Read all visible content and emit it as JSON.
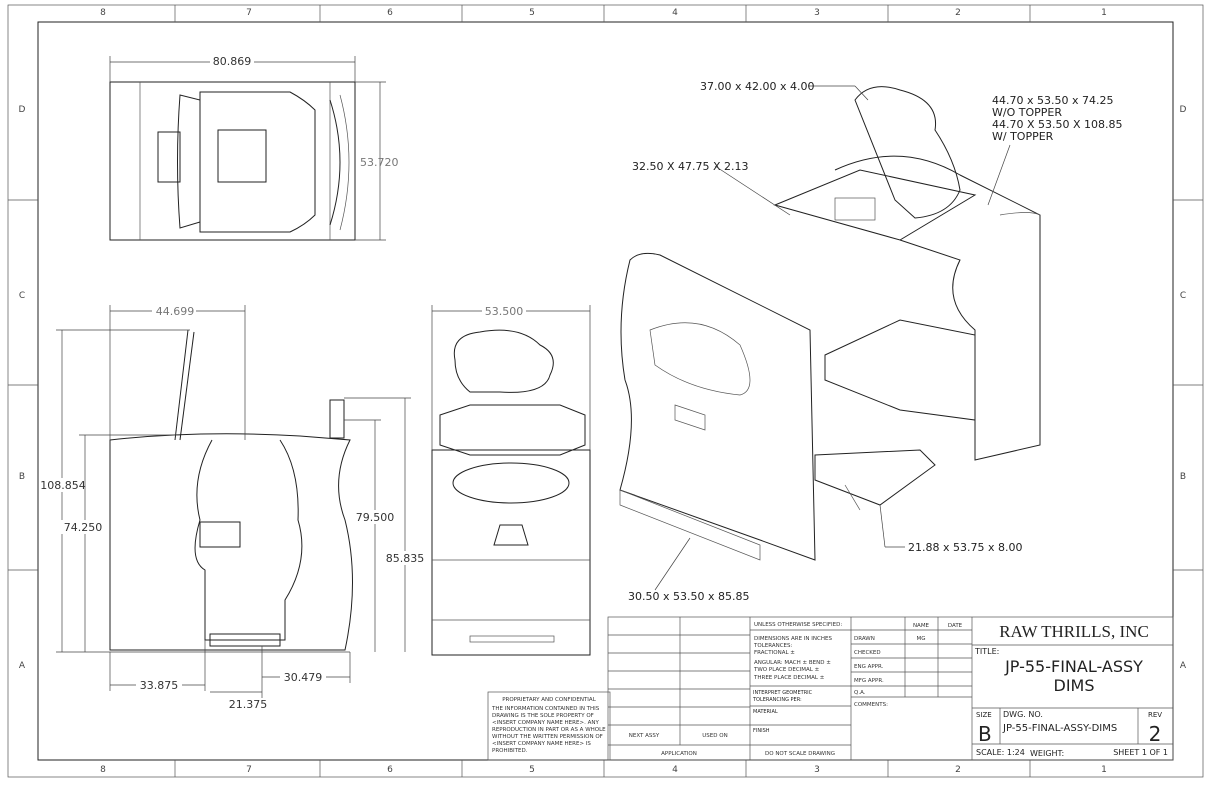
{
  "zones": {
    "columns": [
      "8",
      "7",
      "6",
      "5",
      "4",
      "3",
      "2",
      "1"
    ],
    "rows": [
      "D",
      "C",
      "B",
      "A"
    ]
  },
  "top_view": {
    "width_dim": "80.869",
    "depth_dim": "53.720"
  },
  "side_view": {
    "depth_dim": "44.699",
    "overall_height": "108.854",
    "seat_height": "74.250",
    "dim_79": "79.500",
    "dim_85": "85.835",
    "dim_33": "33.875",
    "dim_21": "21.375",
    "dim_30": "30.479"
  },
  "front_view": {
    "width_dim": "53.500"
  },
  "iso_callouts": {
    "topper": "37.00 x 42.00 x 4.00",
    "cabinet_line1": "44.70 x 53.50 x 74.25",
    "cabinet_line2": "W/O TOPPER",
    "cabinet_line3": "44.70 X 53.50 X 108.85",
    "cabinet_line4": "W/ TOPPER",
    "marquee": "32.50 X 47.75 X 2.13",
    "drawer": "21.88 x 53.75 x 8.00",
    "front": "30.50 x 53.50 x 85.85"
  },
  "proprietary": {
    "heading": "PROPRIETARY AND CONFIDENTIAL",
    "lines": [
      "THE INFORMATION CONTAINED IN THIS",
      "DRAWING IS THE SOLE PROPERTY OF",
      "<INSERT COMPANY NAME HERE>.  ANY",
      "REPRODUCTION IN PART OR AS A WHOLE",
      "WITHOUT THE WRITTEN PERMISSION OF",
      "<INSERT COMPANY NAME HERE> IS",
      "PROHIBITED."
    ]
  },
  "title_block": {
    "unless": "UNLESS OTHERWISE SPECIFIED:",
    "tol_lines": [
      "DIMENSIONS ARE IN INCHES",
      "TOLERANCES:",
      "FRACTIONAL ±",
      "ANGULAR: MACH ±   BEND ±",
      "TWO PLACE DECIMAL   ±",
      "THREE PLACE DECIMAL  ±"
    ],
    "interpret1": "INTERPRET GEOMETRIC",
    "interpret2": "TOLERANCING PER:",
    "material": "MATERIAL",
    "finish": "FINISH",
    "next_assy": "NEXT ASSY",
    "used_on": "USED ON",
    "application": "APPLICATION",
    "do_not_scale": "DO NOT SCALE DRAWING",
    "name_hdr": "NAME",
    "date_hdr": "DATE",
    "drawn": "DRAWN",
    "drawn_name": "MG",
    "checked": "CHECKED",
    "eng_appr": "ENG APPR.",
    "mfg_appr": "MFG APPR.",
    "qa": "Q.A.",
    "comments": "COMMENTS:",
    "company": "RAW THRILLS, INC",
    "title_label": "TITLE:",
    "title_line1": "JP-55-FINAL-ASSY",
    "title_line2": "DIMS",
    "size_label": "SIZE",
    "size": "B",
    "dwg_no_label": "DWG.  NO.",
    "dwg_no": "JP-55-FINAL-ASSY-DIMS",
    "rev_label": "REV",
    "rev": "2",
    "scale": "SCALE: 1:24",
    "weight": "WEIGHT:",
    "sheet": "SHEET 1 OF 1"
  }
}
